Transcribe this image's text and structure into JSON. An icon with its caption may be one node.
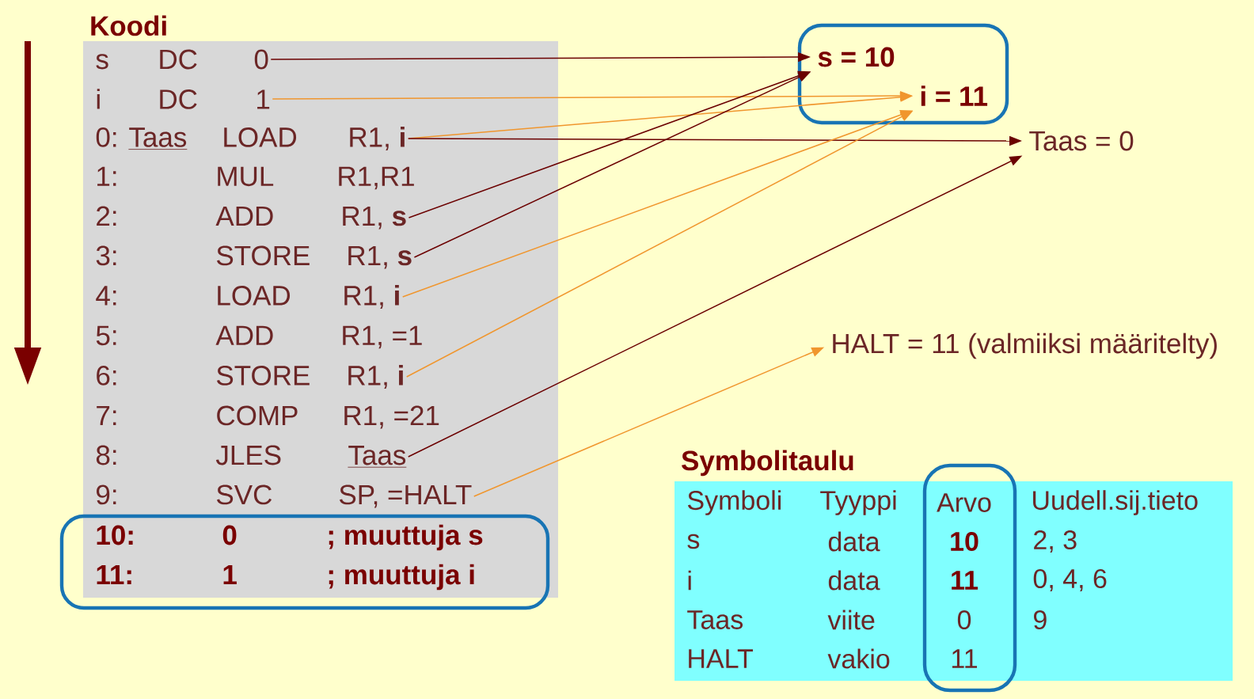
{
  "diagram": {
    "nodes": [
      {
        "text": [
          "Koodi"
        ]
      },
      {
        "text": [
          "s",
          "DC",
          "0"
        ],
        "in": 0
      },
      {
        "text": [
          "i",
          "DC",
          "1"
        ],
        "in": 0
      },
      {
        "text": [
          "0:",
          "Taas",
          "LOAD",
          "R1, **i**"
        ],
        "in": 0
      },
      {
        "text": [
          "1:",
          "MUL",
          "R1,R1"
        ],
        "in": 0
      },
      {
        "text": [
          "2:",
          "ADD",
          "R1, **s**"
        ],
        "in": 0
      },
      {
        "text": [
          "3:",
          "STORE",
          "R1, **s**"
        ],
        "in": 0
      },
      {
        "text": [
          "4:",
          "LOAD",
          "R1, **i**"
        ],
        "in": 0
      },
      {
        "text": [
          "5:",
          "ADD",
          "R1, =1"
        ],
        "in": 0
      },
      {
        "text": [
          "6:",
          "STORE",
          "R1, **i**"
        ],
        "in": 0
      },
      {
        "text": [
          "7:",
          "COMP",
          "R1, =21"
        ],
        "in": 0
      },
      {
        "text": [
          "8:",
          "JLES",
          "Taas"
        ],
        "in": 0
      },
      {
        "text": [
          "9:",
          "SVC",
          "SP, =HALT"
        ],
        "in": 0
      },
      {
        "text": [],
        "shape": "box"
      },
      {
        "text": [
          "10:",
          "0",
          "; muuttuja s"
        ],
        "in": 13
      },
      {
        "text": [
          "11:",
          "1",
          "; muuttuja i"
        ],
        "in": 13
      },
      {
        "text": [],
        "shape": "box"
      },
      {
        "text": [
          "s = 10"
        ],
        "in": 16
      },
      {
        "text": [
          "i = 11"
        ],
        "in": 16
      },
      {
        "text": [
          "Taas = 0"
        ]
      },
      {
        "text": [
          "HALT = 11 (valmiiksi määritelty)"
        ]
      },
      {
        "text": [
          "Symbolitaulu"
        ]
      }
    ],
    "edges": [
      {
        "from": 1,
        "to": 17,
        "arrow": "to",
        "color": "#6b0000"
      },
      {
        "from": 2,
        "to": 18,
        "arrow": "to",
        "color": "#f0962e"
      },
      {
        "from": 3,
        "to": 18,
        "arrow": "to",
        "color": "#f0962e"
      },
      {
        "from": 3,
        "to": 19,
        "arrow": "to",
        "color": "#6b0000"
      },
      {
        "from": 5,
        "to": 17,
        "arrow": "to",
        "color": "#6b0000"
      },
      {
        "from": 6,
        "to": 17,
        "arrow": "to",
        "color": "#6b0000"
      },
      {
        "from": 7,
        "to": 18,
        "arrow": "to",
        "color": "#f0962e"
      },
      {
        "from": 9,
        "to": 18,
        "arrow": "to",
        "color": "#f0962e"
      },
      {
        "from": 11,
        "to": 19,
        "arrow": "to",
        "color": "#6b0000"
      },
      {
        "from": 12,
        "to": 20,
        "arrow": "to",
        "color": "#f0962e"
      }
    ],
    "labels": [
      "Symboli",
      "Tyyppi",
      "Arvo",
      "Uudell.sij.tieto",
      "s",
      "data",
      "10",
      "2, 3",
      "i",
      "data",
      "11",
      "0, 4, 6",
      "Taas",
      "viite",
      "0",
      "9",
      "HALT",
      "vakio",
      "11"
    ]
  }
}
